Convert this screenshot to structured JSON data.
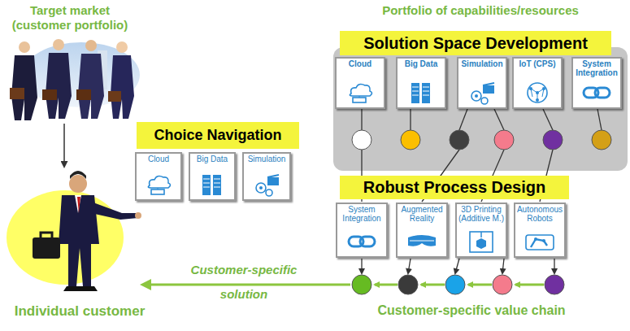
{
  "diagram": {
    "nodes": [
      {
        "text": [
          "Target market (customer portfolio)"
        ]
      },
      {
        "text": [
          "Individual customer"
        ]
      },
      {
        "text": [
          "Choice Navigation"
        ]
      },
      {
        "text": [
          "Cloud"
        ]
      },
      {
        "text": [
          "Big Data"
        ]
      },
      {
        "text": [
          "Simulation"
        ]
      },
      {
        "text": [
          "Portfolio of capabilities/resources"
        ]
      },
      {
        "text": [
          "Solution Space Development"
        ],
        "in": 6
      },
      {
        "text": [
          "Cloud"
        ],
        "in": 6
      },
      {
        "text": [
          "Big Data"
        ],
        "in": 6
      },
      {
        "text": [
          "Simulation"
        ],
        "in": 6
      },
      {
        "text": [
          "IoT (CPS)"
        ],
        "in": 6
      },
      {
        "text": [
          "System Integration"
        ],
        "in": 6
      },
      {
        "text": [
          "Robust Process Design"
        ]
      },
      {
        "text": [
          "System Integration"
        ]
      },
      {
        "text": [
          "Augmented Reality"
        ]
      },
      {
        "text": [
          "3D Printing (Additive M.)"
        ]
      },
      {
        "text": [
          "Autonomous Robots"
        ]
      }
    ],
    "edges": [
      {
        "from": 0,
        "to": 1,
        "arrow": "to"
      }
    ],
    "labels": [
      "Customer-specific solution",
      "Customer-specific value chain"
    ]
  }
}
